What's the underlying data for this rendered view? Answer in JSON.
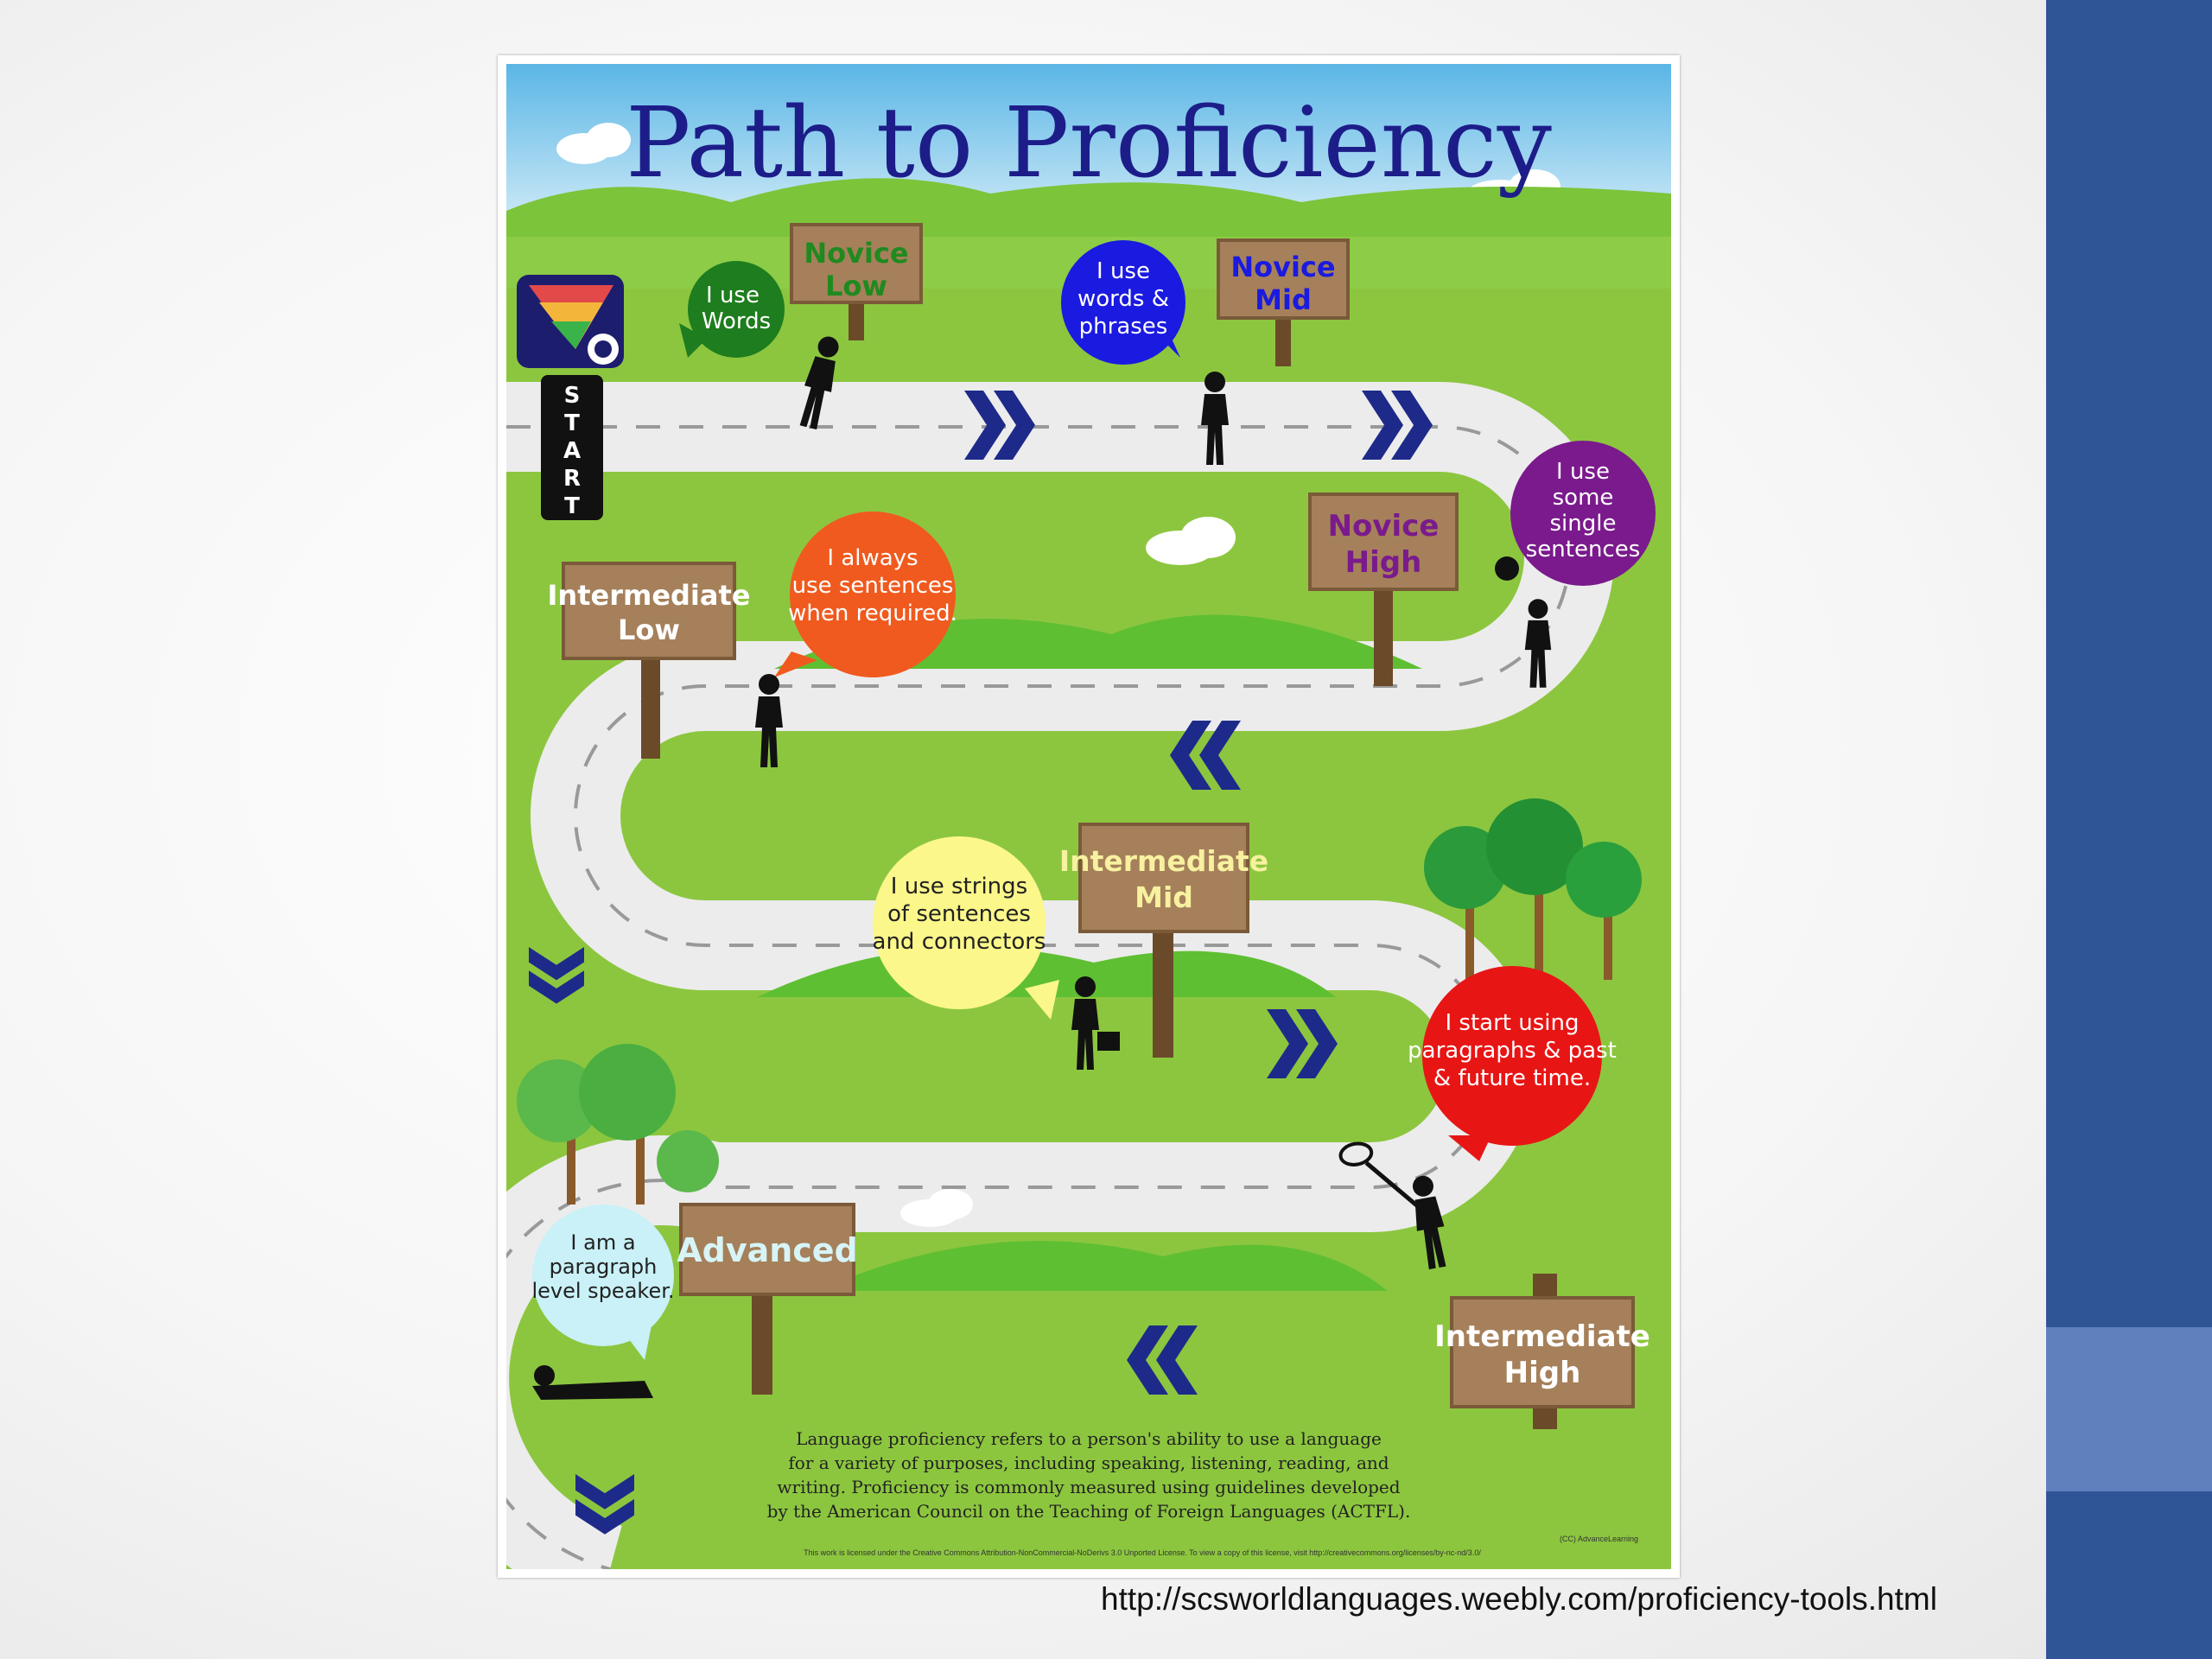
{
  "slide": {
    "source_url": "http://scsworldlanguages.weebly.com/proficiency-tools.html"
  },
  "infographic": {
    "title": "Path to Proficiency",
    "start_label": [
      "S",
      "T",
      "A",
      "R",
      "T"
    ],
    "signs": {
      "novice_low": [
        "Novice",
        "Low"
      ],
      "novice_mid": [
        "Novice",
        "Mid"
      ],
      "novice_high": [
        "Novice",
        "High"
      ],
      "intermediate_low": [
        "Intermediate",
        "Low"
      ],
      "intermediate_mid": [
        "Intermediate",
        "Mid"
      ],
      "intermediate_high": [
        "Intermediate",
        "High"
      ],
      "advanced": [
        "Advanced"
      ]
    },
    "bubbles": {
      "novice_low": [
        "I use",
        "Words"
      ],
      "novice_mid": [
        "I use",
        "words &",
        "phrases"
      ],
      "novice_high": [
        "I use",
        "some",
        "single",
        "sentences"
      ],
      "intermediate_low": [
        "I always",
        "use sentences",
        "when required."
      ],
      "intermediate_mid": [
        "I use strings",
        "of sentences",
        "and connectors"
      ],
      "intermediate_high": [
        "I start using",
        "paragraphs & past",
        "& future time."
      ],
      "advanced": [
        "I am a",
        "paragraph",
        "level speaker."
      ]
    },
    "description": [
      "Language proficiency refers to a person's ability to use a language",
      "for a variety of purposes, including speaking, listening,  reading, and",
      "writing. Proficiency is commonly measured using guidelines developed",
      "by the American Council on the Teaching of Foreign Languages (ACTFL)."
    ],
    "license_note": "This work is licensed under the Creative Commons Attribution-NonCommercial-NoDerivs 3.0 Unported License. To view a copy of this license, visit http://creativecommons.org/licenses/by-nc-nd/3.0/",
    "copyright": "(CC) AdvanceLearning",
    "colors": {
      "title": "#1d1d8a",
      "road": "#ececec",
      "grass": "#8cc63f",
      "sign_wood": "#a5805a",
      "arrow": "#1e2a8a",
      "bubble_novice_low": "#1e7d1e",
      "bubble_novice_mid": "#1a1ae0",
      "bubble_novice_high": "#7a1a8c",
      "bubble_intermediate_low": "#f05a1e",
      "bubble_intermediate_mid": "#fbf78a",
      "bubble_intermediate_high": "#e81515",
      "bubble_advanced": "#c9f1f7"
    }
  }
}
